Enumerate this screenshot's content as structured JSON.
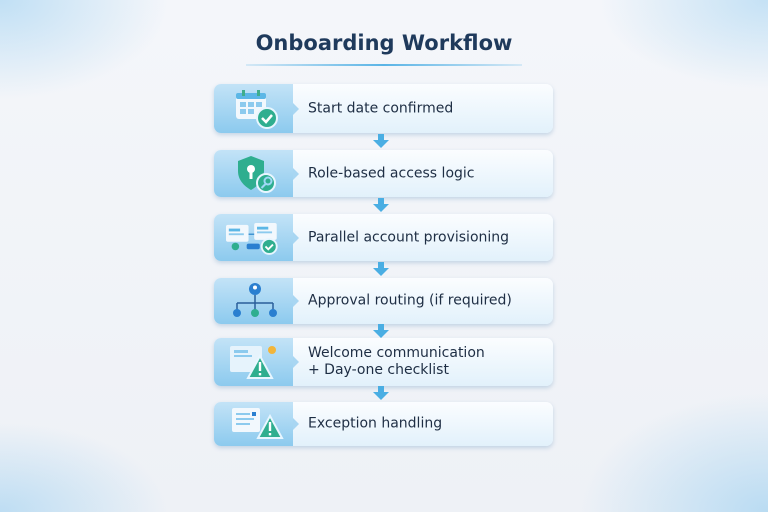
{
  "title": "Onboarding Workflow",
  "steps": [
    {
      "label": "Start date confirmed",
      "icon": "calendar-check-icon"
    },
    {
      "label": "Role-based access logic",
      "icon": "shield-key-icon"
    },
    {
      "label": "Parallel account provisioning",
      "icon": "accounts-provisioning-icon"
    },
    {
      "label": "Approval routing (if required)",
      "icon": "approval-hierarchy-icon"
    },
    {
      "label_line1": "Welcome communication",
      "label_line2": "+ Day-one checklist",
      "icon": "mail-warning-icon"
    },
    {
      "label": "Exception handling",
      "icon": "document-warning-icon"
    }
  ],
  "colors": {
    "accent": "#5ab4e6",
    "title": "#1f3a5c",
    "teal": "#2fae8f"
  }
}
